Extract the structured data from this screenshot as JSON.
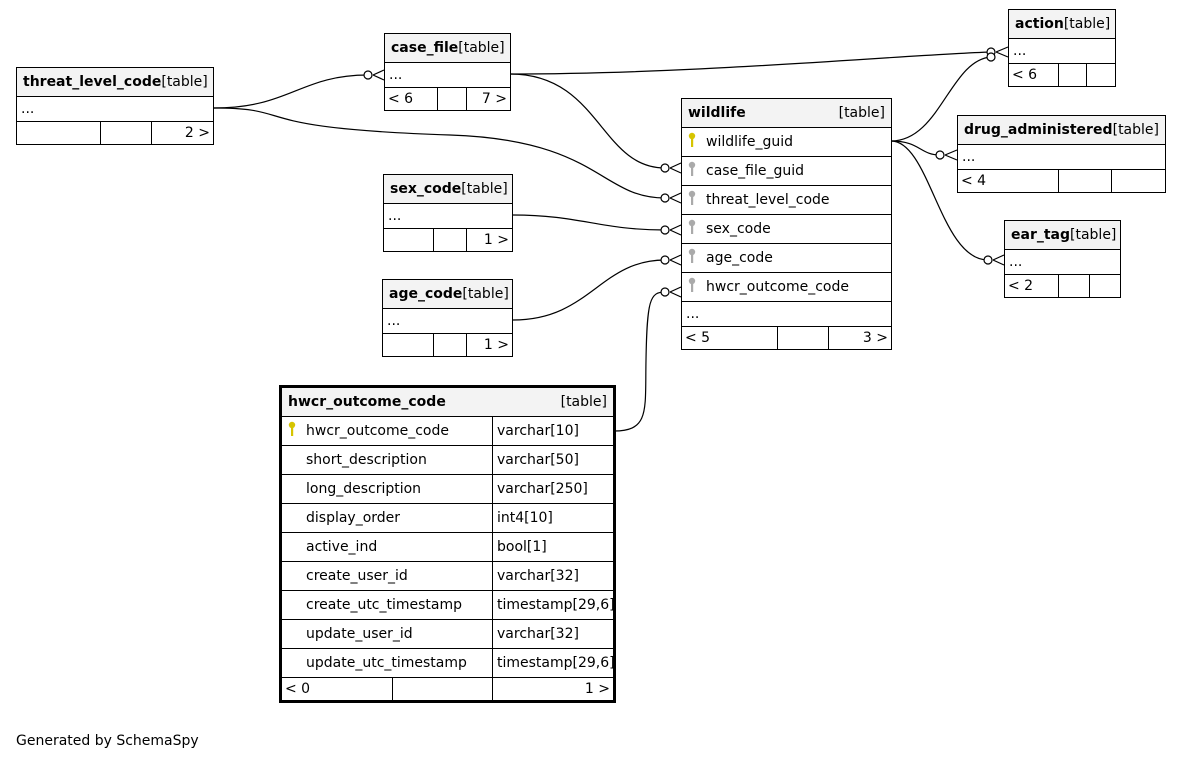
{
  "colors": {
    "primary_key_icon": "#d6c400",
    "foreign_key_icon": "#aaaaaa",
    "header_bg": "#f3f3f3"
  },
  "tables": {
    "threat_level_code": {
      "name": "threat_level_code",
      "kind": "[table]",
      "ellipsis": "...",
      "left": "",
      "right": "2 >"
    },
    "case_file": {
      "name": "case_file",
      "kind": "[table]",
      "ellipsis": "...",
      "left": "< 6",
      "right": "7 >"
    },
    "sex_code": {
      "name": "sex_code",
      "kind": "[table]",
      "ellipsis": "...",
      "left": "",
      "right": "1 >"
    },
    "age_code": {
      "name": "age_code",
      "kind": "[table]",
      "ellipsis": "...",
      "left": "",
      "right": "1 >"
    },
    "action": {
      "name": "action",
      "kind": "[table]",
      "ellipsis": "...",
      "left": "< 6",
      "right": ""
    },
    "drug_administered": {
      "name": "drug_administered",
      "kind": "[table]",
      "ellipsis": "...",
      "left": "< 4",
      "right": ""
    },
    "ear_tag": {
      "name": "ear_tag",
      "kind": "[table]",
      "ellipsis": "...",
      "left": "< 2",
      "right": ""
    },
    "wildlife": {
      "name": "wildlife",
      "kind": "[table]",
      "columns": [
        "wildlife_guid",
        "case_file_guid",
        "threat_level_code",
        "sex_code",
        "age_code",
        "hwcr_outcome_code"
      ],
      "ellipsis": "...",
      "left": "< 5",
      "right": "3 >"
    },
    "hwcr_outcome_code": {
      "name": "hwcr_outcome_code",
      "kind": "[table]",
      "columns": [
        {
          "name": "hwcr_outcome_code",
          "type": "varchar[10]"
        },
        {
          "name": "short_description",
          "type": "varchar[50]"
        },
        {
          "name": "long_description",
          "type": "varchar[250]"
        },
        {
          "name": "display_order",
          "type": "int4[10]"
        },
        {
          "name": "active_ind",
          "type": "bool[1]"
        },
        {
          "name": "create_user_id",
          "type": "varchar[32]"
        },
        {
          "name": "create_utc_timestamp",
          "type": "timestamp[29,6]"
        },
        {
          "name": "update_user_id",
          "type": "varchar[32]"
        },
        {
          "name": "update_utc_timestamp",
          "type": "timestamp[29,6]"
        }
      ],
      "left": "< 0",
      "right": "1 >"
    }
  },
  "footer": {
    "generated": "Generated by SchemaSpy"
  }
}
